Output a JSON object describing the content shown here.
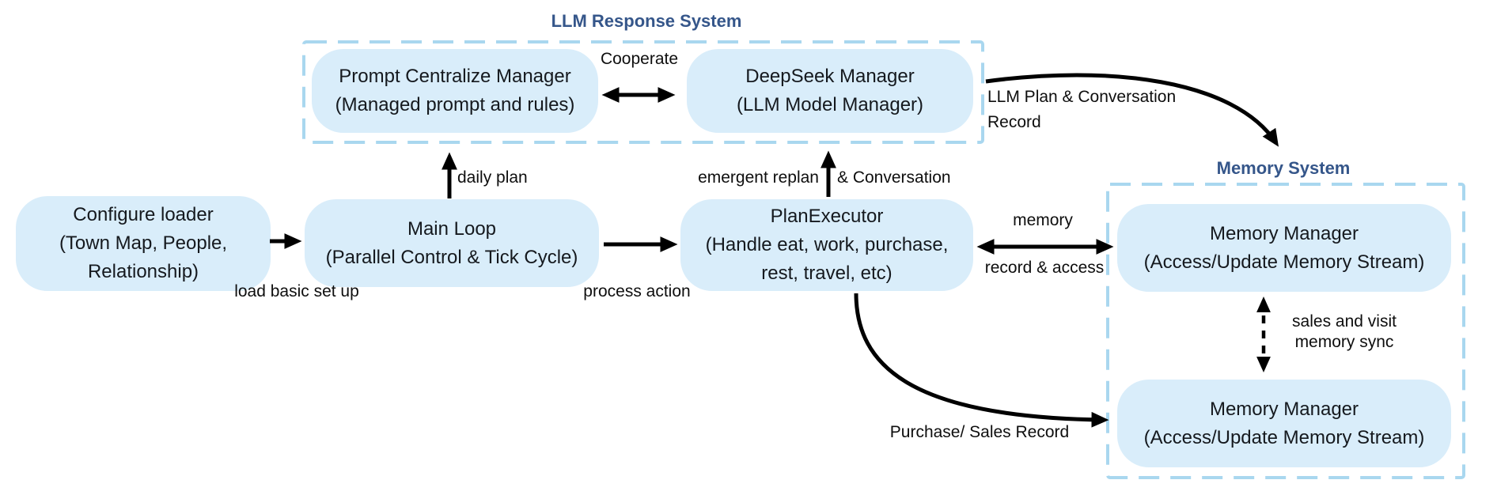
{
  "diagram": {
    "groups": {
      "llm_response": {
        "title": "LLM Response System"
      },
      "memory": {
        "title": "Memory System"
      }
    },
    "nodes": {
      "prompt_manager": {
        "text": "Prompt Centralize Manager\n(Managed prompt and rules)"
      },
      "deepseek_manager": {
        "text": "DeepSeek Manager\n(LLM Model Manager)"
      },
      "configure_loader": {
        "text": "Configure loader\n(Town Map, People,\nRelationship)"
      },
      "main_loop": {
        "text": "Main Loop\n(Parallel Control & Tick Cycle)"
      },
      "plan_executor": {
        "text": "PlanExecutor\n(Handle eat, work, purchase,\nrest, travel, etc)"
      },
      "memory_manager_top": {
        "text": "Memory Manager\n(Access/Update Memory Stream)"
      },
      "memory_manager_bottom": {
        "text": "Memory Manager\n(Access/Update Memory Stream)"
      }
    },
    "edge_labels": {
      "cooperate": "Cooperate",
      "daily_plan": "daily plan",
      "emergent_replan": "emergent replan",
      "and_conversation": "& Conversation",
      "load_basic_setup": "load basic set up",
      "process_action": "process action",
      "llm_plan_record": "LLM Plan & Conversation\nRecord",
      "memory": "memory",
      "record_access": "record & access",
      "sales_visit_sync": "sales and visit\nmemory sync",
      "purchase_sales": "Purchase/ Sales Record"
    },
    "colors": {
      "node_fill": "#d9edfa",
      "group_border": "#a9d7ef",
      "group_title": "#35568a",
      "node_text": "#15191e",
      "arrow": "#000000"
    }
  }
}
